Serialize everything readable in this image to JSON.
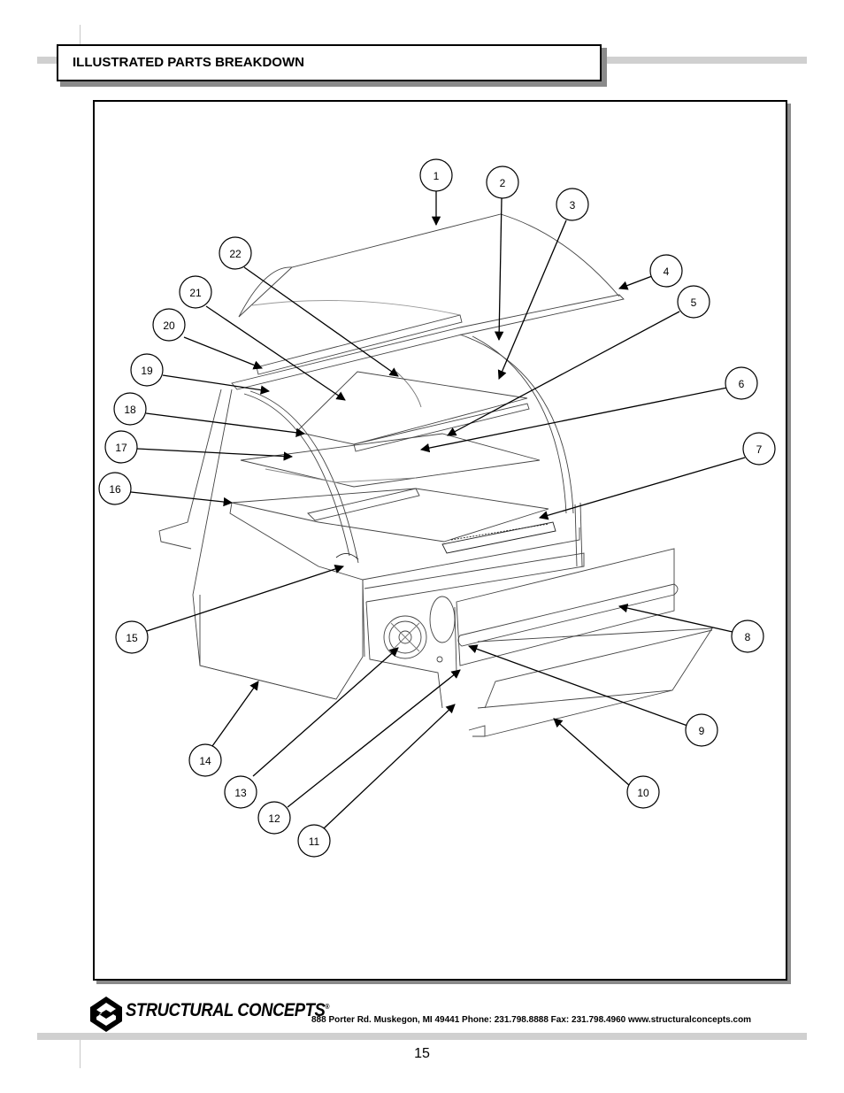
{
  "header": {
    "title": "ILLUSTRATED  PARTS BREAKDOWN"
  },
  "diagram": {
    "callouts": [
      "1",
      "2",
      "3",
      "4",
      "5",
      "6",
      "7",
      "8",
      "9",
      "10",
      "11",
      "12",
      "13",
      "14",
      "15",
      "16",
      "17",
      "18",
      "19",
      "20",
      "21",
      "22"
    ]
  },
  "footer": {
    "logo_text": "STRUCTURAL CONCEPTS",
    "logo_mark": "®",
    "address": "888 Porter Rd.  Muskegon, MI  49441  Phone: 231.798.8888  Fax: 231.798.4960  www.structuralconcepts.com",
    "page_number": "15"
  }
}
